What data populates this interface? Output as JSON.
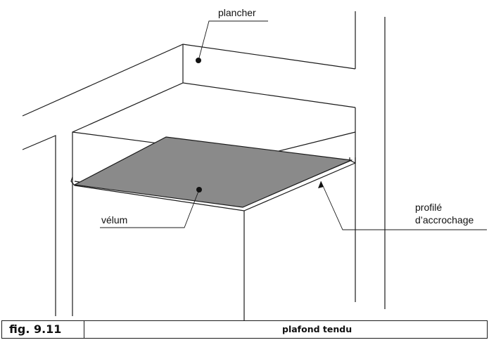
{
  "labels": {
    "plancher": "plancher",
    "profile_line1": "profilé",
    "profile_line2": "d’accrochage",
    "velum": "vélum"
  },
  "caption": {
    "figure_number": "fig. 9.11",
    "title": "plafond tendu"
  },
  "colors": {
    "line": "#1a1a1a",
    "velum_fill": "#8a8a8a",
    "background": "#ffffff"
  }
}
